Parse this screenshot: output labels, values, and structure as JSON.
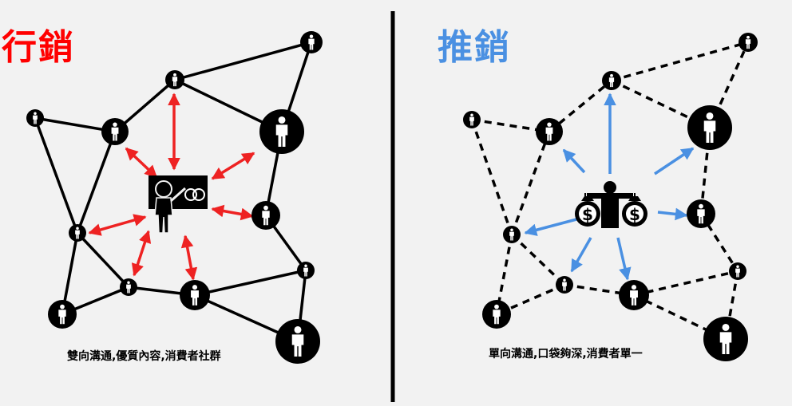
{
  "left": {
    "title": "行銷",
    "caption": "雙向溝通,優質內容,消費者社群"
  },
  "right": {
    "title": "推銷",
    "caption": "單向溝通,口袋夠深,消費者單一"
  },
  "colors": {
    "background": "#f2f2f2",
    "left_title": "#ff0000",
    "right_title": "#4a90e2",
    "two_way_arrow": "#ee2222",
    "one_way_arrow": "#4a90e2",
    "node_fill": "#000000",
    "person_fill": "#ffffff"
  },
  "icons": {
    "left_center": "teacher-at-board-icon",
    "right_center": "person-holding-money-bags-icon",
    "node": "person-in-circle-icon"
  }
}
